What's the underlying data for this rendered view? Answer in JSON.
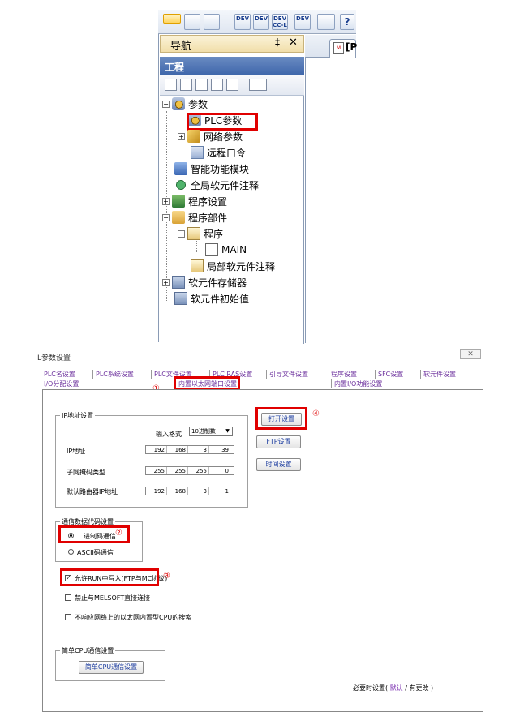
{
  "nav": {
    "title": "导航",
    "pin_glyph": "‡",
    "close_glyph": "✕",
    "project_label": "工程",
    "edit_tab_label": "[P",
    "toolbar_icons": [
      "project-icon",
      "module-icon",
      "list-icon",
      "dev-icon",
      "dev-icon",
      "dev-cc-icon",
      "dev-monitor-icon",
      "find-icon",
      "help-icon"
    ],
    "toolbar_texts": [
      "",
      "",
      "",
      "DEV",
      "DEV",
      "DEV CC-L",
      "DEV",
      "",
      "?"
    ]
  },
  "tree": {
    "items": [
      {
        "label": "参数",
        "icon": "parameter-icon",
        "toggle": "−"
      },
      {
        "label": "PLC参数",
        "icon": "plc-parameter-icon",
        "toggle": ""
      },
      {
        "label": "网络参数",
        "icon": "network-parameter-icon",
        "toggle": "+"
      },
      {
        "label": "远程口令",
        "icon": "remote-password-icon",
        "toggle": ""
      },
      {
        "label": "智能功能模块",
        "icon": "intelligent-module-icon",
        "toggle": ""
      },
      {
        "label": "全局软元件注释",
        "icon": "global-comment-icon",
        "toggle": ""
      },
      {
        "label": "程序设置",
        "icon": "program-setting-icon",
        "toggle": "+"
      },
      {
        "label": "程序部件",
        "icon": "program-parts-icon",
        "toggle": "−"
      },
      {
        "label": "程序",
        "icon": "program-icon",
        "toggle": "−"
      },
      {
        "label": "MAIN",
        "icon": "main-program-icon",
        "toggle": ""
      },
      {
        "label": "局部软元件注释",
        "icon": "local-comment-icon",
        "toggle": ""
      },
      {
        "label": "软元件存储器",
        "icon": "device-memory-icon",
        "toggle": "+"
      },
      {
        "label": "软元件初始值",
        "icon": "device-init-icon",
        "toggle": ""
      }
    ]
  },
  "dialog": {
    "title": "L参数设置",
    "close_label": "✕",
    "tabs_row1": [
      "PLC名设置",
      "PLC系统设置",
      "PLC文件设置",
      "PLC RAS设置",
      "引导文件设置",
      "程序设置",
      "SFC设置",
      "软元件设置"
    ],
    "tabs_row2": [
      "I/O分配设置",
      "内置以太网端口设置",
      "内置I/O功能设置"
    ],
    "active_tab": "内置以太网端口设置",
    "ip": {
      "group_label": "IP地址设置",
      "input_format_label": "输入格式",
      "input_format_value": "10进制数",
      "ip_label": "IP地址",
      "ip_value": [
        "192",
        "168",
        "3",
        "39"
      ],
      "subnet_label": "子网掩码类型",
      "subnet_value": [
        "255",
        "255",
        "255",
        "0"
      ],
      "gateway_label": "默认路由器IP地址",
      "gateway_value": [
        "192",
        "168",
        "3",
        "1"
      ]
    },
    "buttons": {
      "open_settings": "打开设置",
      "ftp_settings": "FTP设置",
      "time_settings": "时间设置",
      "simple_cpu": "简单CPU通信设置"
    },
    "code": {
      "group_label": "通信数据代码设置",
      "binary": "二进制码通信",
      "ascii": "ASCII码通信"
    },
    "checks": {
      "allow_run_write": "允许RUN中写入(FTP与MC协议)",
      "no_melsoft": "禁止与MELSOFT直接连接",
      "no_search": "不响应网络上的以太网内置型CPU的搜索"
    },
    "simple_group_label": "简单CPU通信设置",
    "footer": {
      "prefix": "必要时设置(",
      "default": "默认",
      "slash": "/",
      "changed": "有更改",
      "suffix": ")"
    },
    "markers": [
      "①",
      "②",
      "③",
      "④"
    ],
    "check_glyph": "✓",
    "dropdown_glyph": "▼"
  },
  "colors": {
    "highlight": "#e00000",
    "tab_text": "#6b2f9c",
    "project_bar": "#3f67ab"
  }
}
